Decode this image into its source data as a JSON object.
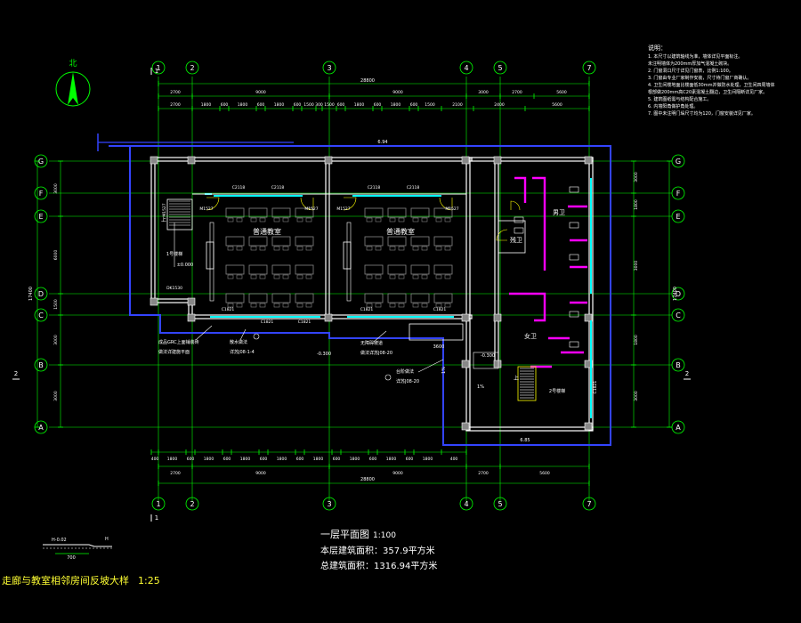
{
  "north": {
    "label": "北"
  },
  "axes": {
    "top": [
      "1",
      "2",
      "3",
      "4",
      "5",
      "7"
    ],
    "rows": [
      "G",
      "F",
      "E",
      "D",
      "C",
      "B",
      "A"
    ],
    "section_marks": [
      "1",
      "2"
    ]
  },
  "dimensions": {
    "total_top": "28800",
    "top_row1": [
      "2700",
      "9000",
      "9000",
      "3000",
      "2700",
      "5600"
    ],
    "top_row2": [
      "2700",
      "1800",
      "600",
      "1800",
      "600",
      "1800",
      "600",
      "1500",
      "300",
      "1500",
      "600",
      "1800",
      "600",
      "1800",
      "600",
      "1500",
      "2100",
      "2400",
      "5600"
    ],
    "bottom_row1": [
      "400",
      "1800",
      "600",
      "1800",
      "600",
      "1800",
      "600",
      "1800",
      "600",
      "1800",
      "600",
      "1800",
      "600",
      "1800",
      "600",
      "1800",
      "400"
    ],
    "bottom_row2": [
      "2700",
      "9000",
      "9000",
      "2700",
      "5600"
    ],
    "total_bottom": "28800",
    "left": [
      "3000",
      "6000",
      "1500",
      "3000",
      "3000"
    ],
    "left_total": "17400",
    "right": [
      "3000",
      "1800",
      "3000",
      "1800",
      "3000"
    ],
    "right_total": "17400",
    "corridor": "6.94",
    "bottom_edge": "6.85"
  },
  "rooms": {
    "classroom_left": "普通教室",
    "classroom_right": "普通教室",
    "stair_1": "1号楼梯",
    "stair_2": "2号楼梯",
    "male_toilet": "男卫",
    "female_toilet": "女卫",
    "janitor": "残卫"
  },
  "tags": {
    "m1527_a": "M1527",
    "m1527_b": "M1527",
    "m1527_c": "M1527",
    "m1527_d": "M1527",
    "m1527_e": "M1527",
    "c2118_a": "C2118",
    "c2118_b": "C2118",
    "c2118_c": "C2118",
    "c2118_d": "C2118",
    "dk": "DK1530",
    "c1821_a": "C1821",
    "c1821_b": "C1821",
    "c1821_c": "C1821",
    "c1821_d": "C1821",
    "c1821_e": "C1821",
    "c1821_f": "C1821",
    "level_a": "±0.000",
    "level_b": "-0.300",
    "level_c": "-0.300",
    "slope_a": "1%",
    "slope_b": "1%",
    "up_a": "上",
    "up_b": "上",
    "dim_3600": "3600"
  },
  "annotations": {
    "a1": "成品GRC上面铺装砖",
    "a2": "做法详建施平面",
    "a3": "散水做法",
    "a4": "详苏J08-1-4",
    "a5": "无障碍坡道",
    "a6": "做法详苏J08-20",
    "a7": "台阶做法",
    "a8": "详苏J08-20"
  },
  "notes": {
    "heading": "说明：",
    "items": [
      "1. 本尺寸以建筑轴线为准，墙体详见平面标注。",
      "   未注明墙体为200mm厚加气混凝土砌块。",
      "2. 门窗洞口尺寸详见门窗表，比例1:100。",
      "3. 门窗由专业厂家制作安装，尺寸待门窗厂商确认。",
      "4. 卫生间楼地面比楼面低30mm并做防水处理，卫生间四周墙体",
      "   根部做200mm高C20素混凝土翻边，卫生间隔断详见厂家。",
      "5. 建筑图纸需与结构配合施工。",
      "6. 内墙阳角做护角处理。",
      "7. 图中未注明门垛尺寸均为120，门窗安装详见厂家。"
    ]
  },
  "title": {
    "name": "一层平面图",
    "scale": "1:100",
    "floor_area": "本层建筑面积：357.9平方米",
    "total_area": "总建筑面积：1316.94平方米"
  },
  "detail": {
    "title": "走廊与教室相邻房间反坡大样",
    "scale": "1:25",
    "label_a": "H-0.02",
    "label_b": "700",
    "label_c": "H"
  },
  "colors": {
    "background": "#000000",
    "axis": "#00ff00",
    "wall": "#ffffff",
    "dim": "#00ff00",
    "window": "#00ffff",
    "partition": "#ff00ff",
    "outline": "#3344ff",
    "hatch": "#888888",
    "label": "#ffffff",
    "accent": "#ffff00"
  }
}
